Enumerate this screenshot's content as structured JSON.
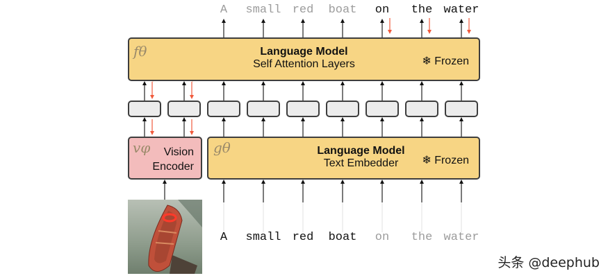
{
  "top_model": {
    "symbol": "fθ",
    "title": "Language Model",
    "subtitle": "Self Attention Layers",
    "frozen_icon": "snowflake-icon",
    "frozen_label": "❄ Frozen"
  },
  "vision_encoder": {
    "symbol": "vφ",
    "line1": "Vision",
    "line2": "Encoder"
  },
  "text_embedder": {
    "symbol": "gθ",
    "title": "Language Model",
    "subtitle": "Text Embedder",
    "frozen_icon": "snowflake-icon",
    "frozen_label": "❄ Frozen"
  },
  "output_tokens": [
    {
      "text": "A",
      "style": "dim"
    },
    {
      "text": "small",
      "style": "dim"
    },
    {
      "text": "red",
      "style": "dim"
    },
    {
      "text": "boat",
      "style": "dim"
    },
    {
      "text": "on",
      "style": "dark"
    },
    {
      "text": "the",
      "style": "dark"
    },
    {
      "text": "water",
      "style": "dark"
    }
  ],
  "input_tokens": [
    {
      "text": "A",
      "style": "dark"
    },
    {
      "text": "small",
      "style": "dark"
    },
    {
      "text": "red",
      "style": "dark"
    },
    {
      "text": "boat",
      "style": "dark"
    },
    {
      "text": "on",
      "style": "dim"
    },
    {
      "text": "the",
      "style": "dim"
    },
    {
      "text": "water",
      "style": "dim"
    }
  ],
  "embedding_slots": 9,
  "image": {
    "description": "red rowing boat on green water"
  },
  "colors": {
    "frozen_module": "#f7d584",
    "vision_module": "#f3bcbc",
    "gradient_arrow": "#f05a3c",
    "embedding": "#ececec"
  },
  "watermark": "头条 @deephub"
}
